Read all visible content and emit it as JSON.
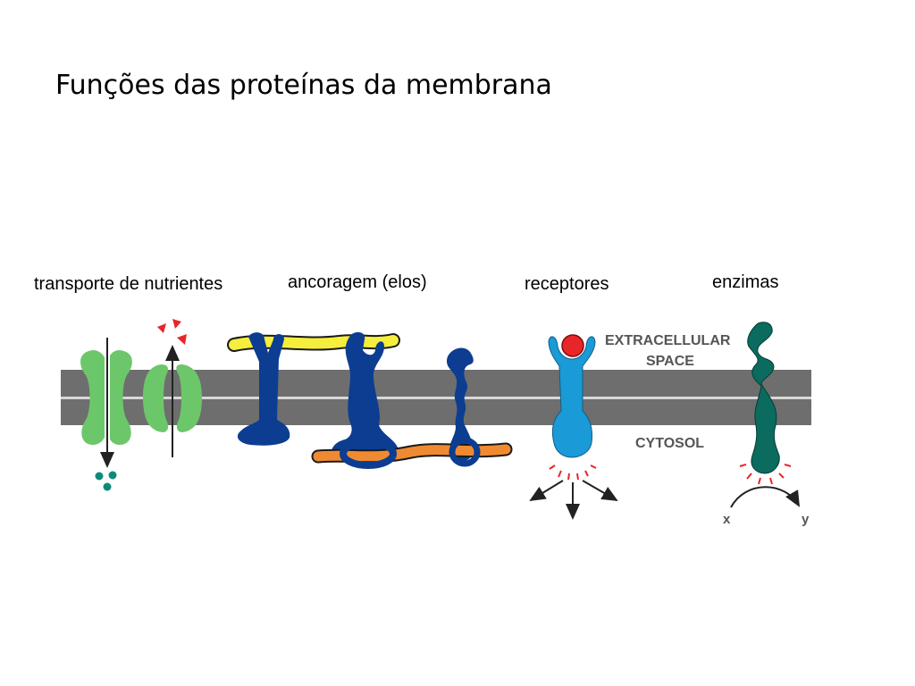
{
  "title": "Funções das proteínas da membrana",
  "labels": {
    "transport": "transporte de nutrientes",
    "anchoring": "ancoragem (elos)",
    "receptors": "receptores",
    "enzymes": "enzimas"
  },
  "diagram_text": {
    "extracellular_line1": "EXTRACELLULAR",
    "extracellular_line2": "SPACE",
    "cytosol": "CYTOSOL",
    "enzyme_substrate": "x",
    "enzyme_product": "y"
  },
  "colors": {
    "membrane": "#6e6e6e",
    "transporter": "#6cc76a",
    "anchor_protein": "#0d3d91",
    "extracellular_fiber": "#f5ee3c",
    "cytoskeleton_fiber": "#f08a32",
    "receptor": "#1a9ad6",
    "ligand": "#e8262a",
    "enzyme": "#0a6b5e",
    "nutrient": "#0f8a7a",
    "signal": "#e8262a"
  }
}
